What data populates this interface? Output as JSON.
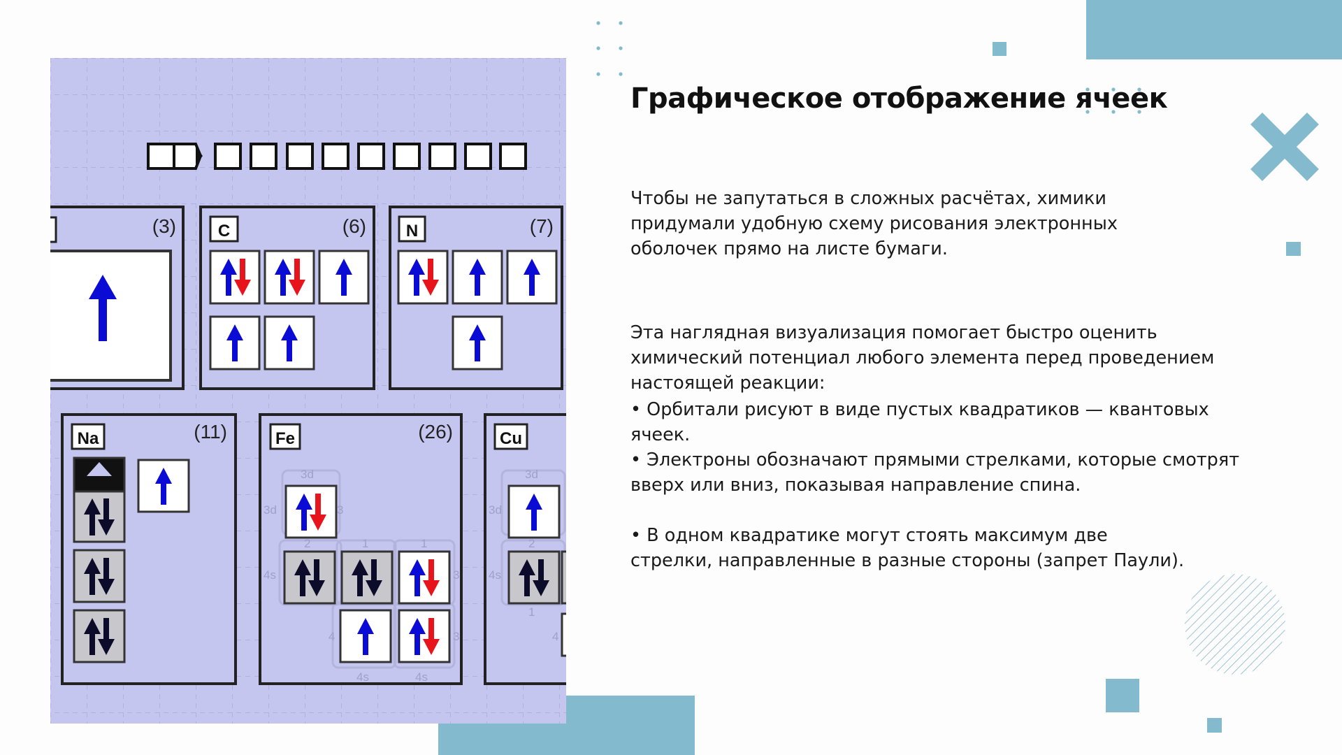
{
  "slide": {
    "title": "Графическое отображение ячеек",
    "intro": "Чтобы не запутаться в сложных расчётах, химики придумали удобную схему рисования электронных оболочек прямо на листе бумаги.",
    "lead": "Эта наглядная визуализация помогает быстро оценить химический потенциал любого элемента перед проведением настоящей реакции:",
    "bullets": [
      "• Орбитали рисуют в виде пустых квадратиков — квантовых ячеек.",
      "• Электроны обозначают прямыми стрелками, которые смотрят вверх или вниз, показывая направление спина.",
      "• В одном квадратике могут стоять максимум две стрелки, направленные в разные стороны (запрет Паули)."
    ]
  },
  "illustration": {
    "elements": [
      {
        "symbol": "",
        "number": "(3)"
      },
      {
        "symbol": "C",
        "number": "(6)"
      },
      {
        "symbol": "N",
        "number": "(7)"
      },
      {
        "symbol": "Na",
        "number": "(11)"
      },
      {
        "symbol": "Fe",
        "number": "(26)"
      },
      {
        "symbol": "Cu",
        "number": ""
      }
    ],
    "labels": {
      "fe_3d_top": "3d",
      "fe_3d_left": "3d",
      "fe_3_right": "3",
      "fe_2": "2",
      "fe_1a": "1",
      "fe_1b": "1",
      "fe_4s_left": "4s",
      "fe_3_right2": "3",
      "fe_4": "4",
      "fe_3_right3": "3",
      "fe_4s_b1": "4s",
      "fe_4s_b2": "4s",
      "cu_3d_top": "3d",
      "cu_3d_left": "3d",
      "cu_2": "2",
      "cu_4s_left": "4s",
      "cu_1": "1",
      "cu_4": "4"
    }
  },
  "theme": {
    "accent": "#84bace",
    "illustration_bg": "#c5c6f0",
    "arrow_up": "#0b0bd6",
    "arrow_down": "#e8141c",
    "arrow_dark": "#0c0c2a"
  }
}
